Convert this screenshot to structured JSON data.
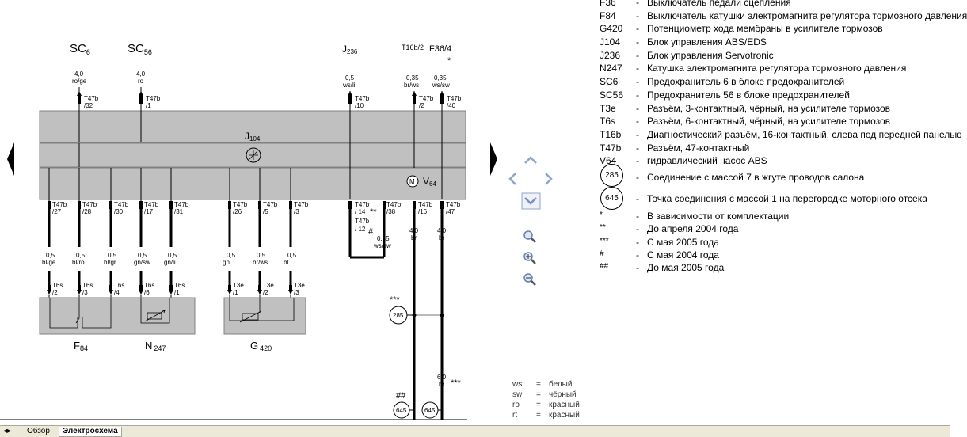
{
  "top_labels": {
    "sc6": "SC6",
    "sc6_main": "SC",
    "sc6_sub": "6",
    "sc6_gauge": "4,0",
    "sc6_color": "ro/ge",
    "sc6_pin1": "T47b",
    "sc6_pin2": "/32",
    "sc56_main": "SC",
    "sc56_sub": "56",
    "sc56_gauge": "4,0",
    "sc56_color": "ro",
    "sc56_pin1": "T47b",
    "sc56_pin2": "/1",
    "j236_main": "J",
    "j236_sub": "236",
    "j236_gauge": "0,5",
    "j236_color": "ws/li",
    "j236_pin1": "T47b",
    "j236_pin2": "/10",
    "t16b_main": "T16b/2",
    "t16b_gauge": "0,35",
    "t16b_color": "br/ws",
    "t16b_pin1": "T47b",
    "t16b_pin2": "/2",
    "f36_main": "F36/4",
    "f36_star": "*",
    "f36_gauge": "0,35",
    "f36_color": "ws/sw",
    "f36_pin1": "T47b",
    "f36_pin2": "/40"
  },
  "module": {
    "j104_main": "J",
    "j104_sub": "104",
    "v64_main": "V",
    "v64_sub": "64",
    "motor": "M"
  },
  "bottom_pins": [
    {
      "p1": "T47b",
      "p2": "/27",
      "g": "0,5",
      "c": "bl/ge",
      "c1": "T6s",
      "c2": "/2"
    },
    {
      "p1": "T47b",
      "p2": "/28",
      "g": "0,5",
      "c": "bl/ro",
      "c1": "T6s",
      "c2": "/3"
    },
    {
      "p1": "T47b",
      "p2": "/30",
      "g": "0,5",
      "c": "bl/gr",
      "c1": "T6s",
      "c2": "/4"
    },
    {
      "p1": "T47b",
      "p2": "/17",
      "g": "0,5",
      "c": "gn/sw",
      "c1": "T6s",
      "c2": "/6"
    },
    {
      "p1": "T47b",
      "p2": "/31",
      "g": "0,5",
      "c": "gn/li",
      "c1": "T6s",
      "c2": "/1"
    },
    {
      "p1": "T47b",
      "p2": "/26",
      "g": "0,5",
      "c": "gn",
      "c1": "T3e",
      "c2": "/1"
    },
    {
      "p1": "T47b",
      "p2": "/5",
      "g": "0,5",
      "c": "br/ws",
      "c1": "T3e",
      "c2": "/2"
    },
    {
      "p1": "T47b",
      "p2": "/3",
      "g": "0,5",
      "c": "bl",
      "c1": "T3e",
      "c2": "/3"
    }
  ],
  "j236_bottom": {
    "p1": "T47b",
    "p2": "/ 14",
    "stars": "**",
    "p3": "T47b",
    "p4": "/ 12",
    "hash": "#",
    "p5": "T47b",
    "p6": "/38",
    "g": "0,35",
    "c": "ws/sw"
  },
  "ground": {
    "p16a": "T47b",
    "p16b": "/16",
    "p47a": "T47b",
    "p47b": "/47",
    "g1": "4,0",
    "c1": "br",
    "g2": "4,0",
    "c2": "br",
    "stars285": "***",
    "circle285": "285",
    "g3": "6,0",
    "c3": "br",
    "stars3": "***",
    "hash645": "##",
    "circle645a": "645",
    "circle645b": "645"
  },
  "components": {
    "f84_main": "F",
    "f84_sub": "84",
    "n247_main": "N",
    "n247_sub": "247",
    "g420_main": "G",
    "g420_sub": "420"
  },
  "legend": [
    {
      "code": "F36",
      "dash": "-",
      "desc": "Выключатель педали сцепления"
    },
    {
      "code": "F84",
      "dash": "-",
      "desc": "Выключатель катушки электромагнита регулятора тормозного давления"
    },
    {
      "code": "G420",
      "dash": "-",
      "desc": "Потенциометр хода мембраны в усилителе тормозов"
    },
    {
      "code": "J104",
      "dash": "-",
      "desc": "Блок управления ABS/EDS"
    },
    {
      "code": "J236",
      "dash": "-",
      "desc": "Блок управления Servotronic"
    },
    {
      "code": "N247",
      "dash": "-",
      "desc": "Катушка электромагнита регулятора тормозного давления"
    },
    {
      "code": "SC6",
      "dash": "-",
      "desc": "Предохранитель 6 в блоке предохранителей"
    },
    {
      "code": "SC56",
      "dash": "-",
      "desc": "Предохранитель 56 в блоке предохранителей"
    },
    {
      "code": "T3e",
      "dash": "-",
      "desc": "Разъём, 3-контактный, чёрный, на усилителе тормозов"
    },
    {
      "code": "T6s",
      "dash": "-",
      "desc": "Разъём, 6-контактный, чёрный, на усилителе тормозов"
    },
    {
      "code": "T16b",
      "dash": "-",
      "desc": "Диагностический разъём, 16-контактный, слева под передней панелью"
    },
    {
      "code": "T47b",
      "dash": "-",
      "desc": "Разъём, 47-контактный"
    },
    {
      "code": "V64",
      "dash": "-",
      "desc": "гидравлический насос ABS"
    }
  ],
  "legend_circles": [
    {
      "num": "285",
      "dash": "-",
      "desc": "Соединение с массой 7 в жгуте проводов салона"
    },
    {
      "num": "645",
      "dash": "-",
      "desc": "Точка соединения с массой 1 на перегородке моторного отсека"
    }
  ],
  "legend_notes": [
    {
      "code": "*",
      "dash": "-",
      "desc": "В зависимости от комплектации"
    },
    {
      "code": "**",
      "dash": "-",
      "desc": "До апреля 2004 года"
    },
    {
      "code": "***",
      "dash": "-",
      "desc": "С мая 2005 года"
    },
    {
      "code": "#",
      "dash": "-",
      "desc": "С мая 2004 года"
    },
    {
      "code": "##",
      "dash": "-",
      "desc": "До мая 2005 года"
    }
  ],
  "color_key": [
    {
      "abbr": "ws",
      "eq": "=",
      "name": "белый"
    },
    {
      "abbr": "sw",
      "eq": "=",
      "name": "чёрный"
    },
    {
      "abbr": "ro",
      "eq": "=",
      "name": "красный"
    },
    {
      "abbr": "rt",
      "eq": "=",
      "name": "красный"
    }
  ],
  "tabs": {
    "overview": "Обзор",
    "scheme": "Электросхема"
  }
}
